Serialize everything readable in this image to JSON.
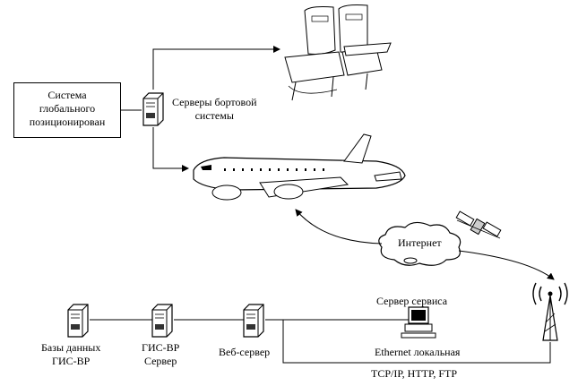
{
  "gps_box": {
    "lines": [
      "Система",
      "глобального",
      "позиционирован"
    ]
  },
  "onboard_servers": {
    "lines": [
      "Серверы бортовой",
      "системы"
    ]
  },
  "internet": {
    "label": "Интернет"
  },
  "service_server": {
    "label": "Сервер сервиса"
  },
  "ethernet": {
    "label": "Ethernet локальная"
  },
  "protocols": {
    "label": "TCP/IP, HTTP, FTP"
  },
  "gis_db": {
    "lines": [
      "Базы данных",
      "ГИС-ВР"
    ]
  },
  "gis_server": {
    "lines": [
      "ГИС-ВР",
      "Сервер"
    ]
  },
  "web_server": {
    "label": "Веб-сервер"
  }
}
